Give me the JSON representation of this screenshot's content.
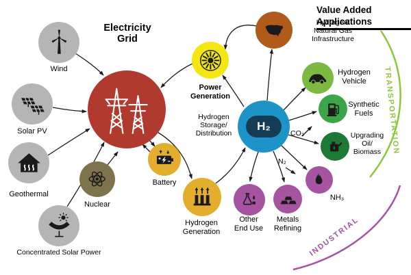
{
  "header": {
    "value_added": "Value Added\nApplications"
  },
  "nodes": {
    "wind": {
      "label": "Wind",
      "color": "#b5b5b5"
    },
    "solar_pv": {
      "label": "Solar PV",
      "color": "#b5b5b5"
    },
    "geothermal": {
      "label": "Geothermal",
      "color": "#b5b5b5"
    },
    "csp": {
      "label": "Concentrated Solar Power",
      "color": "#b5b5b5"
    },
    "nuclear": {
      "label": "Nuclear",
      "color": "#7d744d"
    },
    "grid": {
      "label": "Electricity\nGrid",
      "color": "#b13a2f"
    },
    "battery": {
      "label": "Battery",
      "color": "#e3ae2d"
    },
    "hydrogen_generation": {
      "label": "Hydrogen\nGeneration",
      "color": "#e3ae2d"
    },
    "power_generation": {
      "label": "Power\nGeneration",
      "color": "#f2e713"
    },
    "hydrogen_storage": {
      "label": "Hydrogen\nStorage/\nDistribution",
      "symbol": "H₂",
      "color": "#1e93c8",
      "tank_color": "#143c55"
    },
    "infrastructure": {
      "label": "Hydrogen/\nNatural Gas\nInfrastructure",
      "color": "#b05a1c"
    },
    "hydrogen_vehicle": {
      "label": "Hydrogen\nVehicle",
      "color": "#7cb942"
    },
    "synthetic_fuels": {
      "label": "Synthetic\nFuels",
      "color": "#3aa647"
    },
    "upgrading_oil_biomass": {
      "label": "Upgrading\nOil/\nBiomass",
      "color": "#1d7a34"
    },
    "nh3": {
      "label": "NH₃",
      "color": "#a653a0"
    },
    "metals_refining": {
      "label": "Metals\nRefining",
      "color": "#a653a0"
    },
    "other_end_use": {
      "label": "Other\nEnd Use",
      "color": "#a653a0"
    }
  },
  "flow_labels": {
    "co2": "CO₂",
    "n2": "N₂"
  },
  "sectors": {
    "transportation": {
      "label": "TRANSPORTATION",
      "color": "#8dc63f"
    },
    "industrial": {
      "label": "INDUSTRIAL",
      "color": "#a653a0"
    }
  }
}
